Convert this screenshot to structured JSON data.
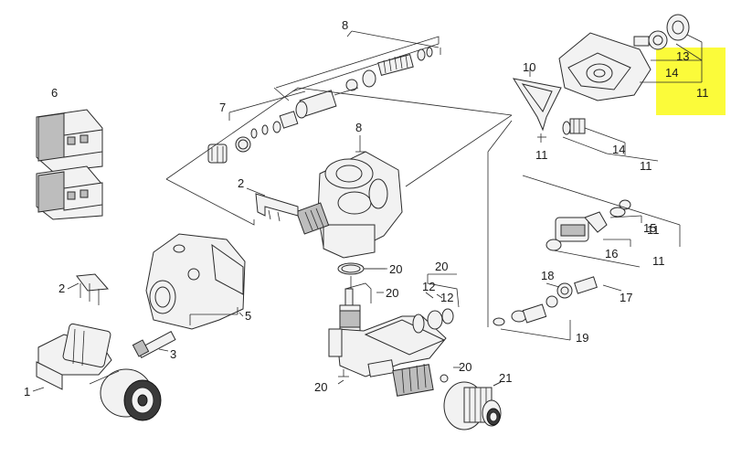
{
  "diagram": {
    "highlight_color": "#ffff33",
    "labels": {
      "l1": "1",
      "l2a": "2",
      "l2b": "2",
      "l3": "3",
      "l5": "5",
      "l6": "6",
      "l7": "7",
      "l8a": "8",
      "l8b": "8",
      "l10": "10",
      "l11a": "11",
      "l11b": "11",
      "l11c": "11",
      "l11d": "11",
      "l11e": "11",
      "l12a": "12",
      "l12b": "12",
      "l13": "13",
      "l14a": "14",
      "l14b": "14",
      "l15": "15",
      "l16": "16",
      "l17": "17",
      "l18": "18",
      "l19": "19",
      "l20a": "20",
      "l20b": "20",
      "l20c": "20",
      "l20d": "20",
      "l20e": "20",
      "l21": "21"
    }
  }
}
